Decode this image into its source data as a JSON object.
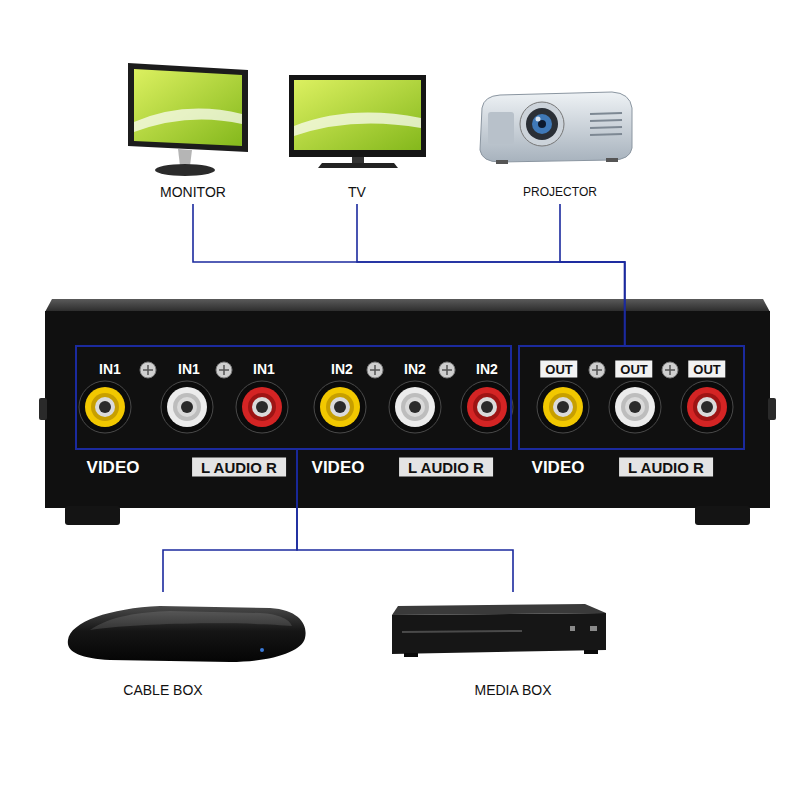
{
  "diagram": {
    "nodes": [
      {
        "text": [
          "MONITOR"
        ]
      },
      {
        "text": [
          "TV"
        ]
      },
      {
        "text": [
          "PROJECTOR"
        ]
      },
      {
        "text": [
          "VIDEO",
          "L AUDIO R",
          "VIDEO",
          "L AUDIO R",
          "VIDEO",
          "L AUDIO R"
        ]
      },
      {
        "text": [
          "IN1",
          "IN1",
          "IN1",
          "IN2",
          "IN2",
          "IN2"
        ],
        "in": 3
      },
      {
        "text": [
          "OUT",
          "OUT",
          "OUT"
        ],
        "in": 3
      },
      {
        "text": [
          "CABLE BOX"
        ]
      },
      {
        "text": [
          "MEDIA BOX"
        ]
      }
    ],
    "edges": [
      {
        "from": 5,
        "to": 0,
        "arrow": "none"
      },
      {
        "from": 5,
        "to": 1,
        "arrow": "none"
      },
      {
        "from": 5,
        "to": 2,
        "arrow": "none"
      },
      {
        "from": 6,
        "to": 4,
        "arrow": "none"
      },
      {
        "from": 7,
        "to": 4,
        "arrow": "none"
      }
    ]
  }
}
